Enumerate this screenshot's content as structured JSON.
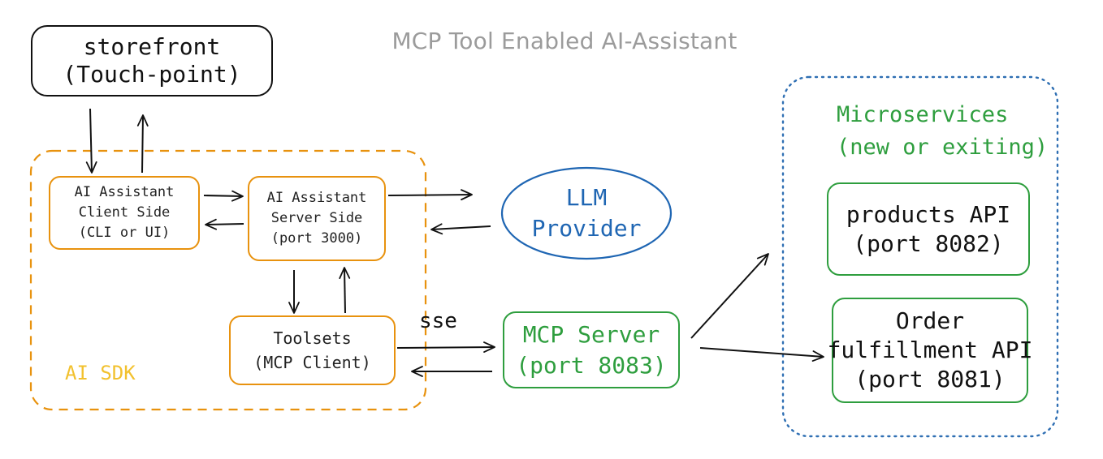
{
  "diagram": {
    "title": "MCP Tool Enabled AI-Assistant",
    "storefront": {
      "line1": "storefront",
      "line2": "(Touch-point)"
    },
    "ai_sdk": {
      "label": "AI SDK",
      "client_side": {
        "line1": "AI Assistant",
        "line2": "Client Side",
        "line3": "(CLI or UI)"
      },
      "server_side": {
        "line1": "AI Assistant",
        "line2": "Server Side",
        "line3": "(port 3000)"
      },
      "toolsets": {
        "line1": "Toolsets",
        "line2": "(MCP Client)"
      }
    },
    "llm_provider": {
      "line1": "LLM",
      "line2": "Provider"
    },
    "sse_label": "sse",
    "mcp_server": {
      "line1": "MCP Server",
      "line2": "(port 8083)"
    },
    "microservices": {
      "line1": "Microservices",
      "line2": "(new or exiting)",
      "products_api": {
        "line1": "products API",
        "line2": "(port 8082)"
      },
      "order_api": {
        "line1": "Order",
        "line2": "fulfillment API",
        "line3": "(port 8081)"
      }
    },
    "colors": {
      "black": "#111111",
      "orange": "#e8920e",
      "yellow": "#f2c12e",
      "green": "#2e9e3e",
      "blue": "#1f66b3",
      "dotted_blue": "#2f6fb3",
      "title_gray": "#9b9b9b"
    }
  }
}
